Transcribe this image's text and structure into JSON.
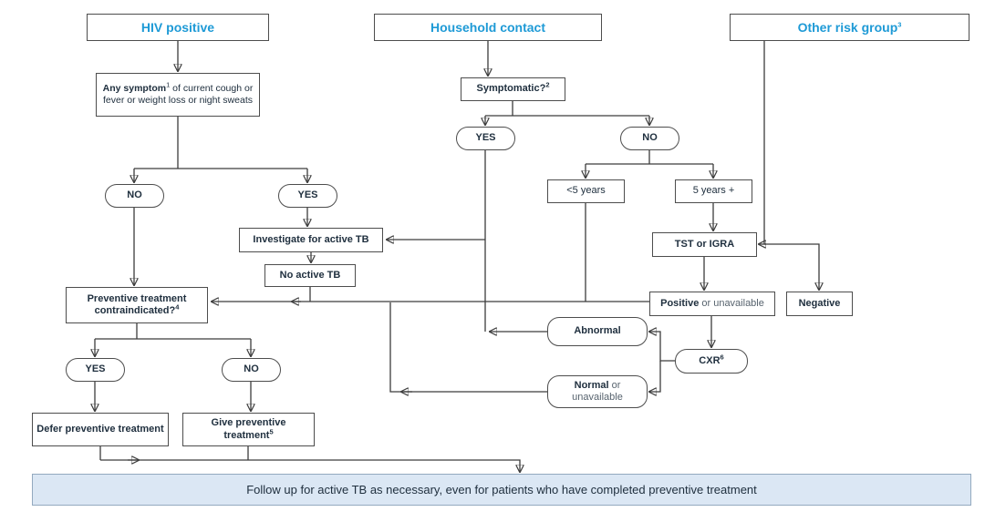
{
  "flowchart": {
    "headers": {
      "hiv": {
        "label": "HIV positive"
      },
      "household": {
        "label": "Household contact"
      },
      "other": {
        "label": "Other risk group",
        "sup": "3"
      }
    },
    "boxes": {
      "any_symptom": {
        "bold": "Any symptom",
        "sup": "1",
        "rest": " of current cough or fever or weight loss or night sweats"
      },
      "symptomatic": {
        "label": "Symptomatic?",
        "sup": "2"
      },
      "hh_yes": {
        "label": "YES"
      },
      "hh_no": {
        "label": "NO"
      },
      "hiv_no": {
        "label": "NO"
      },
      "hiv_yes": {
        "label": "YES"
      },
      "under5": {
        "label": "<5 years"
      },
      "over5": {
        "label": "5 years +"
      },
      "investigate": {
        "label": "Investigate for active TB"
      },
      "no_active_tb": {
        "label": "No active TB"
      },
      "tst": {
        "label": "TST or IGRA"
      },
      "positive": {
        "bold": "Positive",
        "rest": " or unavailable"
      },
      "negative": {
        "label": "Negative"
      },
      "abnormal": {
        "label": "Abnormal"
      },
      "cxr": {
        "label": "CXR",
        "sup": "6"
      },
      "normal": {
        "bold": "Normal",
        "rest": " or unavailable"
      },
      "contraindicated": {
        "label": "Preventive treatment contraindicated?",
        "sup": "4"
      },
      "ctr_yes": {
        "label": "YES"
      },
      "ctr_no": {
        "label": "NO"
      },
      "defer": {
        "label": "Defer preventive treatment"
      },
      "give": {
        "label": "Give preventive treatment",
        "sup": "5"
      }
    },
    "banner": {
      "label": "Follow up for active TB as necessary, even for patients who have completed preventive treatment"
    },
    "colors": {
      "header_text": "#1e9ad6",
      "box_text": "#20303f",
      "line": "#3c3c3c",
      "banner_bg": "#dbe7f4",
      "banner_border": "#93a9bf"
    }
  }
}
